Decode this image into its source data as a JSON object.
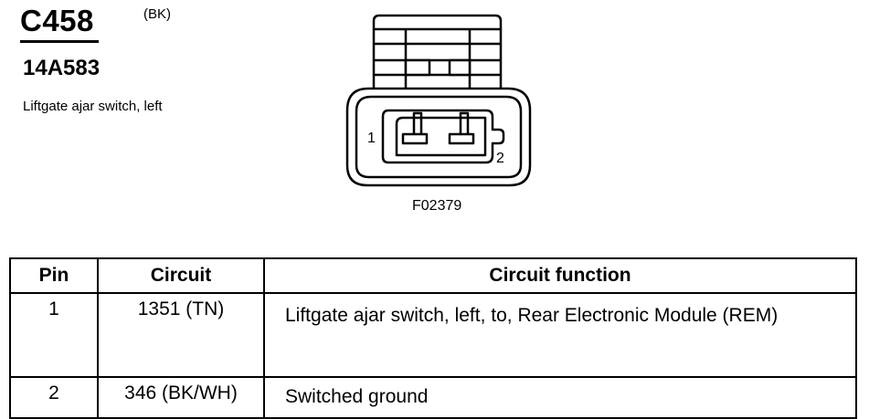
{
  "connector": {
    "id": "C458",
    "color": "(BK)",
    "part_number": "14A583",
    "description": "Liftgate ajar switch, left",
    "figure_id": "F02379",
    "pin_labels": [
      "1",
      "2"
    ]
  },
  "table": {
    "headers": {
      "pin": "Pin",
      "circuit": "Circuit",
      "function": "Circuit function"
    },
    "rows": [
      {
        "pin": "1",
        "circuit": "1351 (TN)",
        "function": "Liftgate ajar switch, left, to, Rear Electronic Module (REM)"
      },
      {
        "pin": "2",
        "circuit": "346 (BK/WH)",
        "function": "Switched ground"
      }
    ]
  }
}
